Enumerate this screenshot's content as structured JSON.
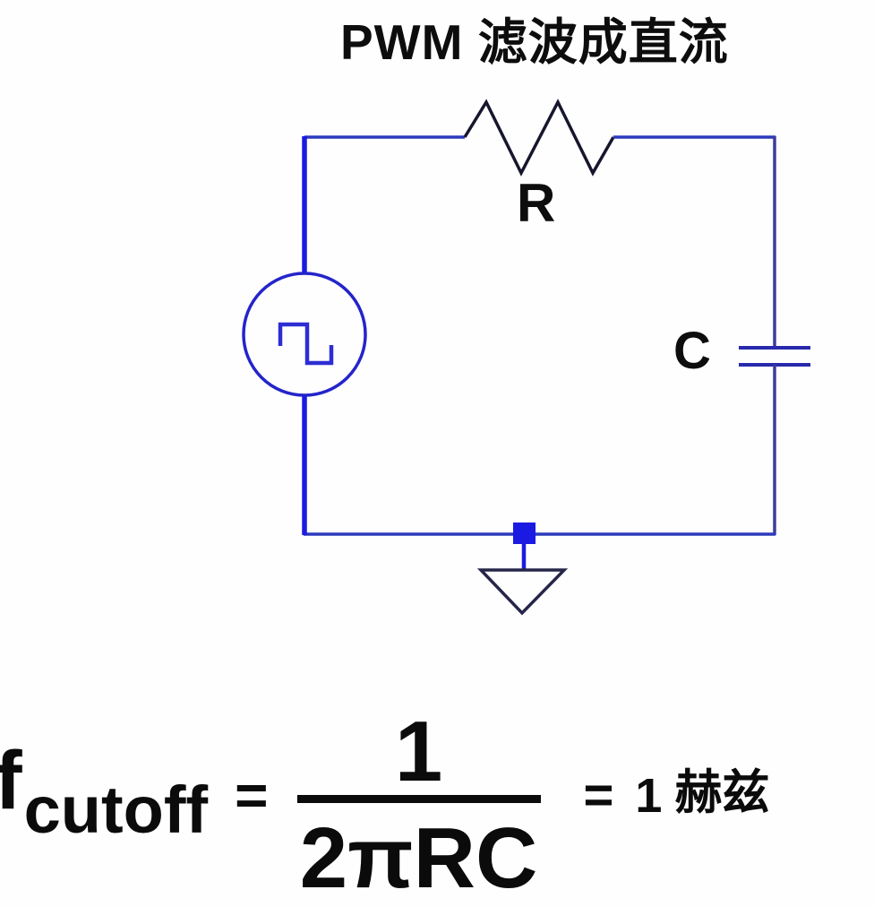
{
  "title": "PWM 滤波成直流",
  "circuit": {
    "resistor_label": "R",
    "capacitor_label": "C",
    "source_type": "square-wave-source",
    "ground_type": "ground"
  },
  "formula": {
    "symbol": "f",
    "subscript": "cutoff",
    "equals": "=",
    "numerator": "1",
    "denominator": "2πRC",
    "result_equals": "=",
    "result_value": "1",
    "result_unit": "赫兹"
  },
  "colors": {
    "wire": "#2c3abc",
    "wire_dark": "#3c3c9e",
    "wire_bright": "#1a1ae2",
    "resistor": "#16162e",
    "source": "#2424cb",
    "source_glyph": "#2d2dd4",
    "capacitor": "#2929ad",
    "ground": "#26264a",
    "text": "#0b0b0b"
  }
}
